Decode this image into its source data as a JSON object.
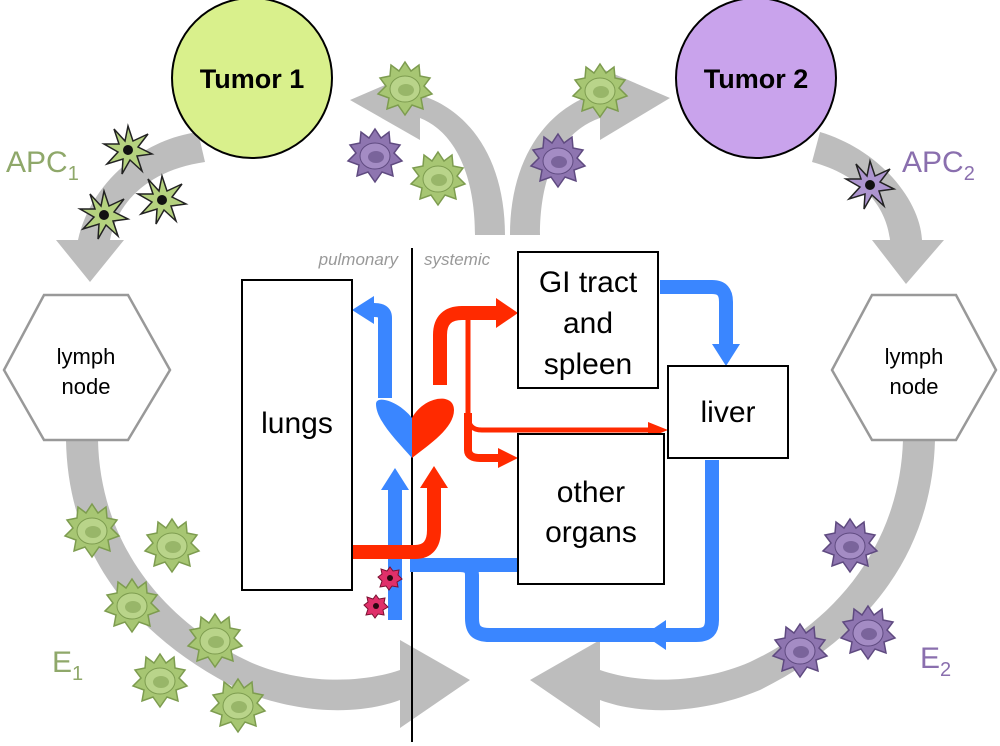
{
  "tumors": {
    "tumor1": {
      "label": "Tumor 1",
      "fill": "#d9f08c"
    },
    "tumor2": {
      "label": "Tumor 2",
      "fill": "#c9a3ec"
    }
  },
  "lymph_nodes": {
    "left": {
      "line1": "lymph",
      "line2": "node"
    },
    "right": {
      "line1": "lymph",
      "line2": "node"
    }
  },
  "cell_labels": {
    "apc1": {
      "base": "APC",
      "sub": "1",
      "color": "#8fa86a"
    },
    "apc2": {
      "base": "APC",
      "sub": "2",
      "color": "#8a6fae"
    },
    "e1": {
      "base": "E",
      "sub": "1",
      "color": "#8fa86a"
    },
    "e2": {
      "base": "E",
      "sub": "2",
      "color": "#8a6fae"
    }
  },
  "circulation": {
    "pulmonary_label": "pulmonary",
    "systemic_label": "systemic",
    "organs": {
      "lungs": "lungs",
      "gi_line1": "GI tract",
      "gi_line2": "and",
      "gi_line3": "spleen",
      "liver": "liver",
      "other_line1": "other",
      "other_line2": "organs"
    }
  },
  "colors": {
    "arterial": "#ff2a00",
    "venous": "#3a86ff",
    "cycle_arrow": "#bdbdbd",
    "green_cell": "#9fc06e",
    "purple_cell": "#8c71b0"
  }
}
